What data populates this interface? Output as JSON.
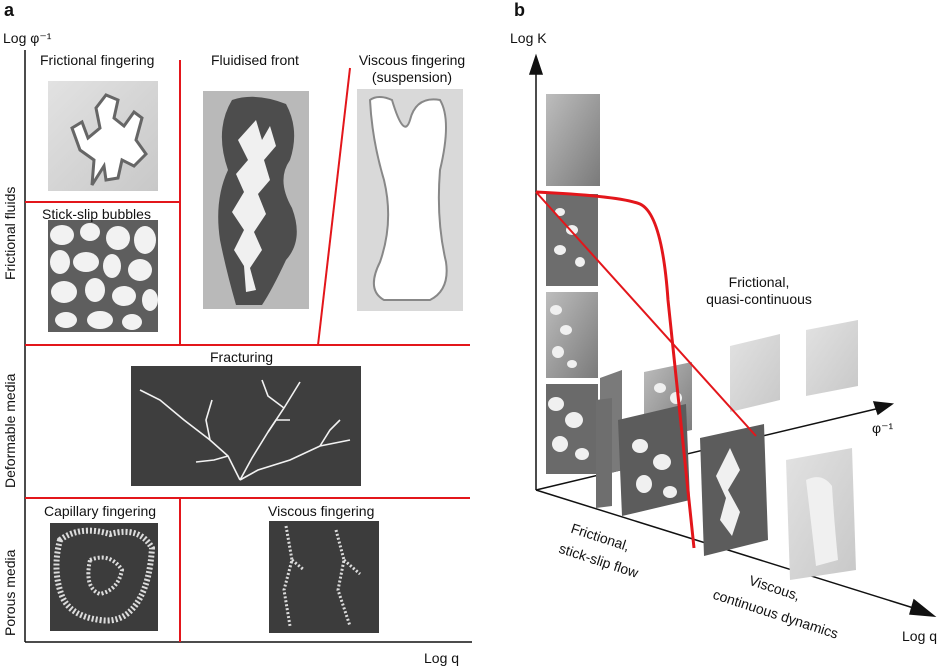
{
  "panel_a": {
    "letter": "a",
    "y_axis_label": "Log φ⁻¹",
    "x_axis_label": "Log q",
    "row_labels": [
      "Frictional fluids",
      "Deformable media",
      "Porous media"
    ],
    "cells": {
      "frictional_fingering": "Frictional fingering",
      "fluidised_front": "Fluidised front",
      "viscous_fingering_suspension_1": "Viscous fingering",
      "viscous_fingering_suspension_2": "(suspension)",
      "stick_slip_bubbles": "Stick-slip bubbles",
      "fracturing": "Fracturing",
      "capillary_fingering": "Capillary fingering",
      "viscous_fingering": "Viscous fingering"
    }
  },
  "panel_b": {
    "letter": "b",
    "z_axis_label": "Log K",
    "x_axis_label": "Log q",
    "depth_axis_label": "φ⁻¹",
    "regimes": {
      "quasi_1": "Frictional,",
      "quasi_2": "quasi-continuous",
      "stick_1": "Frictional,",
      "stick_2": "stick-slip flow",
      "viscous_1": "Viscous,",
      "viscous_2": "continuous dynamics"
    }
  },
  "colors": {
    "boundary": "#e3161b",
    "axis": "#111111",
    "photo_dark": "#4a4a4a",
    "photo_light": "#e6e6e6"
  }
}
